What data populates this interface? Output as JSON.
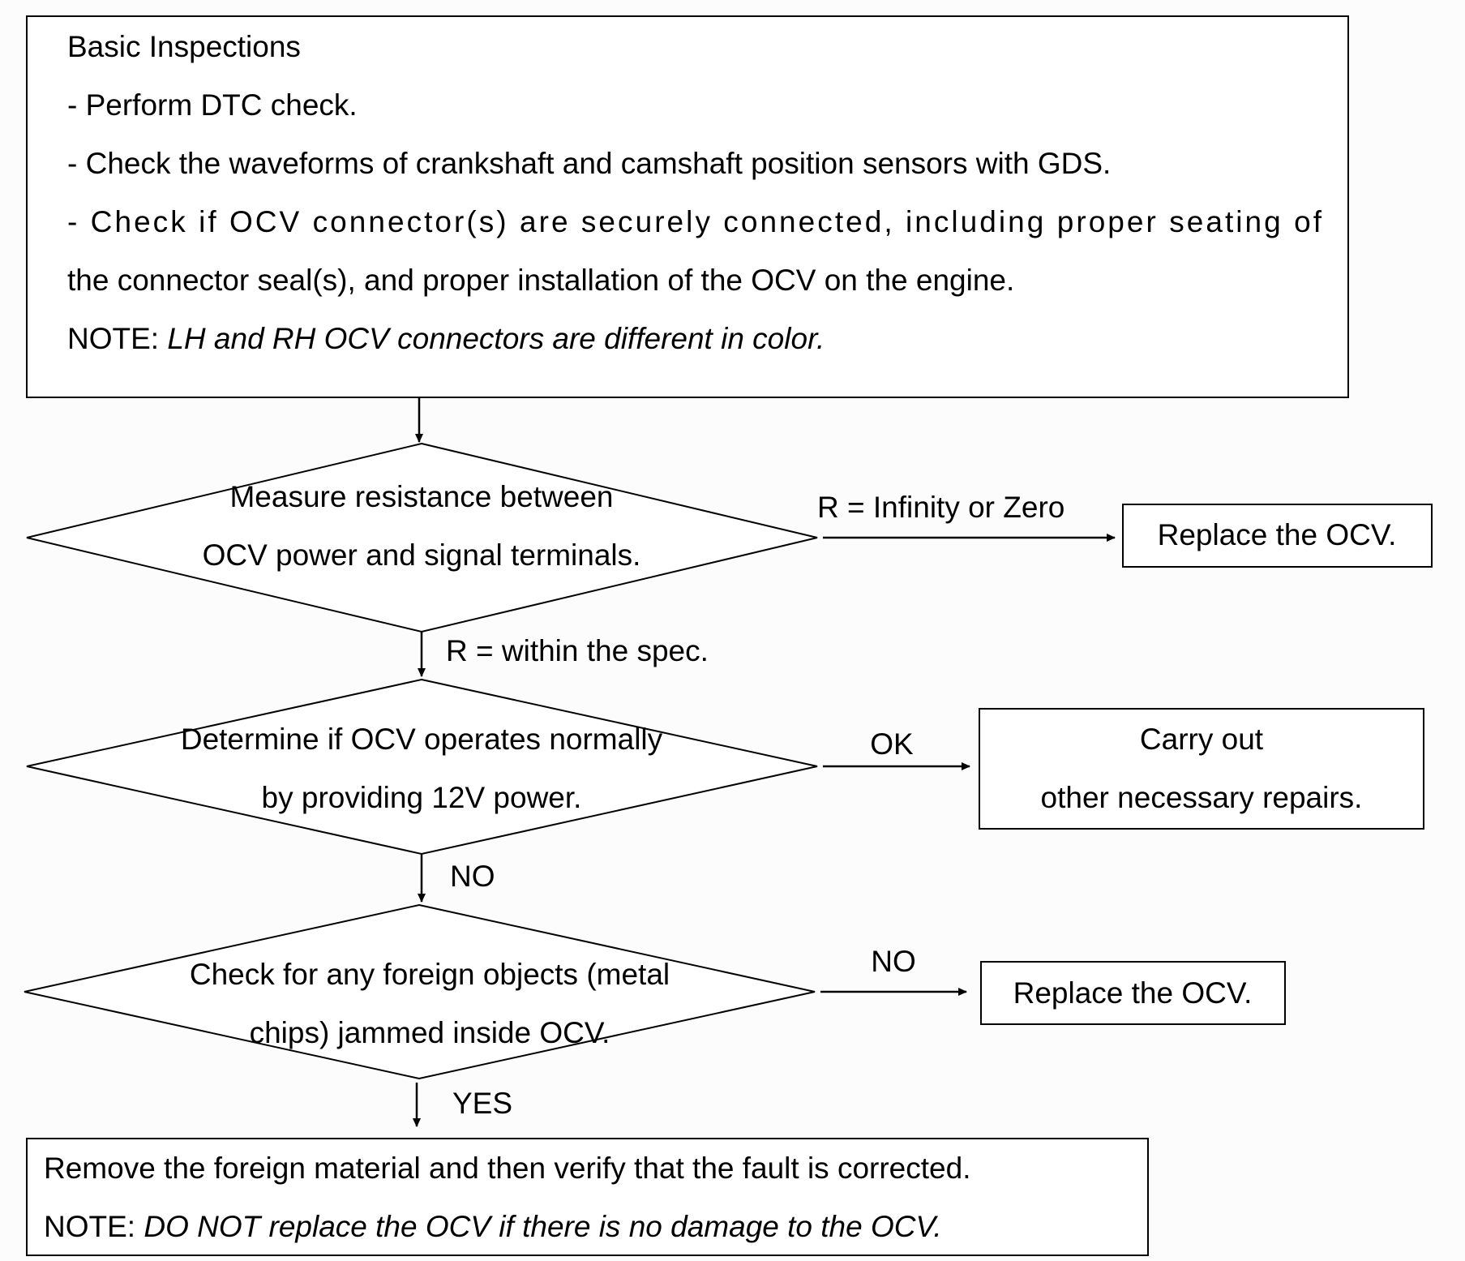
{
  "inspection_box": {
    "title": "Basic Inspections",
    "items": [
      "- Perform DTC check.",
      "- Check the waveforms of crankshaft and camshaft position sensors with GDS.",
      "- Check if OCV connector(s) are securely connected, including proper seating of",
      "the connector seal(s), and proper installation of the OCV on the engine."
    ],
    "note_label": "NOTE: ",
    "note_text": "LH and RH OCV connectors are different in color."
  },
  "decision_resistance": {
    "lines": [
      "Measure resistance between",
      "OCV power and signal terminals."
    ],
    "branch_right_label": "R = Infinity or Zero",
    "branch_down_label": "R = within the spec."
  },
  "result_replace_1": {
    "text": "Replace the OCV."
  },
  "decision_operate": {
    "lines": [
      "Determine if OCV operates normally",
      "by providing 12V power."
    ],
    "branch_right_label": "OK",
    "branch_down_label": "NO"
  },
  "result_repairs": {
    "lines": [
      "Carry out",
      "other necessary repairs."
    ]
  },
  "decision_foreign": {
    "lines": [
      "Check for any foreign objects (metal",
      "chips) jammed inside OCV."
    ],
    "branch_right_label": "NO",
    "branch_down_label": "YES"
  },
  "result_replace_2": {
    "text": "Replace the OCV."
  },
  "final_box": {
    "line": "Remove the foreign material and then verify that the fault is corrected.",
    "note_label": "NOTE: ",
    "note_text": "DO NOT replace the OCV if there is no damage to the OCV."
  }
}
